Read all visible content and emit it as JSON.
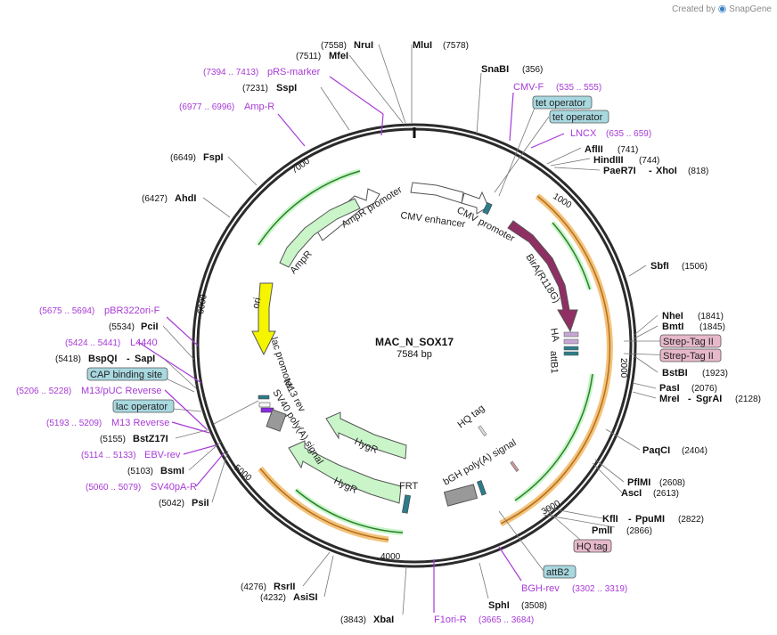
{
  "header": {
    "created_by": "Created by",
    "brand": "SnapGene"
  },
  "plasmid": {
    "name": "MAC_N_SOX17",
    "length_label": "7584 bp",
    "length": 7584
  },
  "colors": {
    "backbone": "#2b2b2b",
    "primer": "#a73ad6",
    "feature_green": "#c9f5c9",
    "feature_yellow": "#f5f500",
    "feature_maroon": "#8f2f63",
    "misc_orange": "#f5c27a",
    "label_blue": "#a8d8e0",
    "label_pink": "#e6b8c9"
  },
  "ticks": [
    "1000",
    "2000",
    "3000",
    "4000",
    "5000",
    "6000",
    "7000"
  ],
  "enzymes": [
    {
      "name": "MluI",
      "pos": "(7578)"
    },
    {
      "name": "NruI",
      "pos": "(7558)"
    },
    {
      "name": "MfeI",
      "pos": "(7511)"
    },
    {
      "name": "SspI",
      "pos": "(7231)"
    },
    {
      "name": "FspI",
      "pos": "(6649)"
    },
    {
      "name": "AhdI",
      "pos": "(6427)"
    },
    {
      "name": "PciI",
      "pos": "(5534)"
    },
    {
      "name": "BspQI",
      "name2": "SapI",
      "pos": "(5418)"
    },
    {
      "name": "BstZ17I",
      "pos": "(5155)"
    },
    {
      "name": "BsmI",
      "pos": "(5103)"
    },
    {
      "name": "PsiI",
      "pos": "(5042)"
    },
    {
      "name": "RsrII",
      "pos": "(4276)"
    },
    {
      "name": "AsiSI",
      "pos": "(4232)"
    },
    {
      "name": "XbaI",
      "pos": "(3843)"
    },
    {
      "name": "SphI",
      "pos": "(3508)"
    },
    {
      "name": "PmlI",
      "pos": "(2866)"
    },
    {
      "name": "KflI",
      "name2": "PpuMI",
      "pos": "(2822)"
    },
    {
      "name": "AscI",
      "pos": "(2613)"
    },
    {
      "name": "PflMI",
      "pos": "(2608)"
    },
    {
      "name": "PaqCI",
      "pos": "(2404)"
    },
    {
      "name": "MreI",
      "name2": "SgrAI",
      "pos": "(2128)"
    },
    {
      "name": "PasI",
      "pos": "(2076)"
    },
    {
      "name": "BstBI",
      "pos": "(1923)"
    },
    {
      "name": "BmtI",
      "pos": "(1845)"
    },
    {
      "name": "NheI",
      "pos": "(1841)"
    },
    {
      "name": "SbfI",
      "pos": "(1506)"
    },
    {
      "name": "PaeR7I",
      "name2": "XhoI",
      "pos": "(818)"
    },
    {
      "name": "HindIII",
      "pos": "(744)"
    },
    {
      "name": "AflII",
      "pos": "(741)"
    },
    {
      "name": "SnaBI",
      "pos": "(356)"
    }
  ],
  "primers": [
    {
      "name": "pRS-marker",
      "range": "(7394 .. 7413)"
    },
    {
      "name": "Amp-R",
      "range": "(6977 .. 6996)"
    },
    {
      "name": "pBR322ori-F",
      "range": "(5675 .. 5694)"
    },
    {
      "name": "L4440",
      "range": "(5424 .. 5441)"
    },
    {
      "name": "M13/pUC Reverse",
      "range": "(5206 .. 5228)"
    },
    {
      "name": "M13 Reverse",
      "range": "(5193 .. 5209)"
    },
    {
      "name": "EBV-rev",
      "range": "(5114 .. 5133)"
    },
    {
      "name": "SV40pA-R",
      "range": "(5060 .. 5079)"
    },
    {
      "name": "F1ori-R",
      "range": "(3665 .. 3684)"
    },
    {
      "name": "BGH-rev",
      "range": "(3302 .. 3319)"
    },
    {
      "name": "CMV-F",
      "range": "(535 .. 555)"
    },
    {
      "name": "LNCX",
      "range": "(635 .. 659)"
    }
  ],
  "boxed_labels": [
    {
      "text": "tet operator",
      "style": "blue"
    },
    {
      "text": "tet operator",
      "style": "blue"
    },
    {
      "text": "CAP binding site",
      "style": "blue"
    },
    {
      "text": "lac operator",
      "style": "blue"
    },
    {
      "text": "attB2",
      "style": "blue"
    },
    {
      "text": "Strep-Tag II",
      "style": "pink"
    },
    {
      "text": "Strep-Tag II",
      "style": "pink"
    },
    {
      "text": "HQ tag",
      "style": "pink"
    }
  ],
  "features": [
    {
      "name": "AmpR promoter"
    },
    {
      "name": "AmpR"
    },
    {
      "name": "ori"
    },
    {
      "name": "CMV enhancer"
    },
    {
      "name": "CMV promoter"
    },
    {
      "name": "BirA(R118G)"
    },
    {
      "name": "HA"
    },
    {
      "name": "attB1"
    },
    {
      "name": "lac promoter"
    },
    {
      "name": "M13 rev"
    },
    {
      "name": "SV40 poly(A) signal"
    },
    {
      "name": "HygR"
    },
    {
      "name": "HygR"
    },
    {
      "name": "FRT"
    },
    {
      "name": "bGH poly(A) signal"
    },
    {
      "name": "HQ tag"
    }
  ]
}
